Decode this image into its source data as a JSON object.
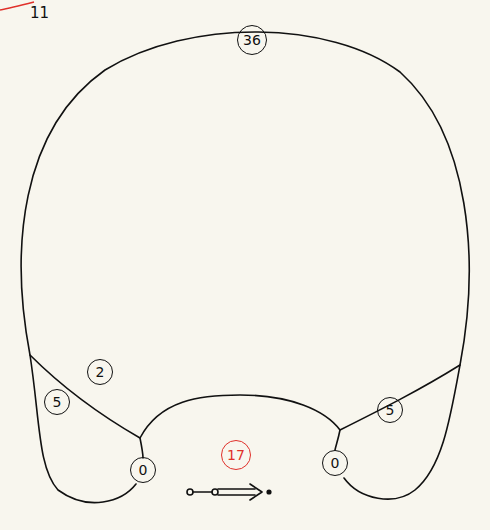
{
  "diagram": {
    "nodes": [
      {
        "text": [
          "36"
        ]
      },
      {
        "text": [
          "2"
        ]
      },
      {
        "text": [
          "5"
        ]
      },
      {
        "text": [
          "17"
        ]
      },
      {
        "text": [
          "0"
        ]
      },
      {
        "text": [
          "0"
        ]
      },
      {
        "text": [
          "5"
        ]
      }
    ],
    "labels": [
      "11"
    ]
  }
}
